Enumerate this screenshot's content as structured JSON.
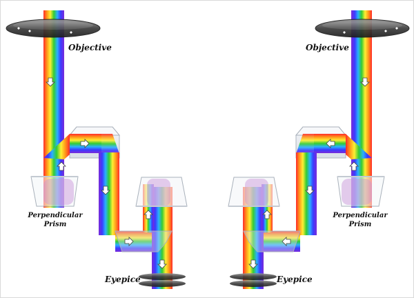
{
  "labels": {
    "objective": "Objective",
    "perpendicular": "Perpendicular",
    "prism": "Prism",
    "eyepiece": "Eyepice"
  },
  "colors": {
    "spectrum": [
      "#ff2a2a",
      "#ff9a1a",
      "#ffee33",
      "#33cc33",
      "#2ab0ff",
      "#3b3bff",
      "#7a2ad9"
    ],
    "lens": "#4a4a4a",
    "prism_glass": "#e9eef4",
    "arrow": "#ffffff",
    "text": "#111111"
  },
  "icons": [
    "direction-arrow-icon",
    "objective-lens-icon",
    "prism-icon",
    "eyepiece-lens-icon"
  ]
}
